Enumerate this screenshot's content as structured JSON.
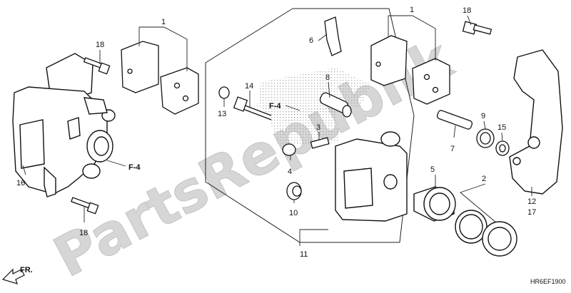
{
  "diagram": {
    "watermark": "PartsRepublik",
    "code": "HR6EF1900",
    "direction": "FR.",
    "refs": [
      "F-4",
      "F-4"
    ],
    "callouts": {
      "c1a": "1",
      "c1b": "1",
      "c2": "2",
      "c3": "3",
      "c4": "4",
      "c5": "5",
      "c6": "6",
      "c7": "7",
      "c8": "8",
      "c9": "9",
      "c10": "10",
      "c11": "11",
      "c12": "12",
      "c13": "13",
      "c14": "14",
      "c15": "15",
      "c16": "16",
      "c17": "17",
      "c18a": "18",
      "c18b": "18",
      "c18c": "18"
    }
  }
}
